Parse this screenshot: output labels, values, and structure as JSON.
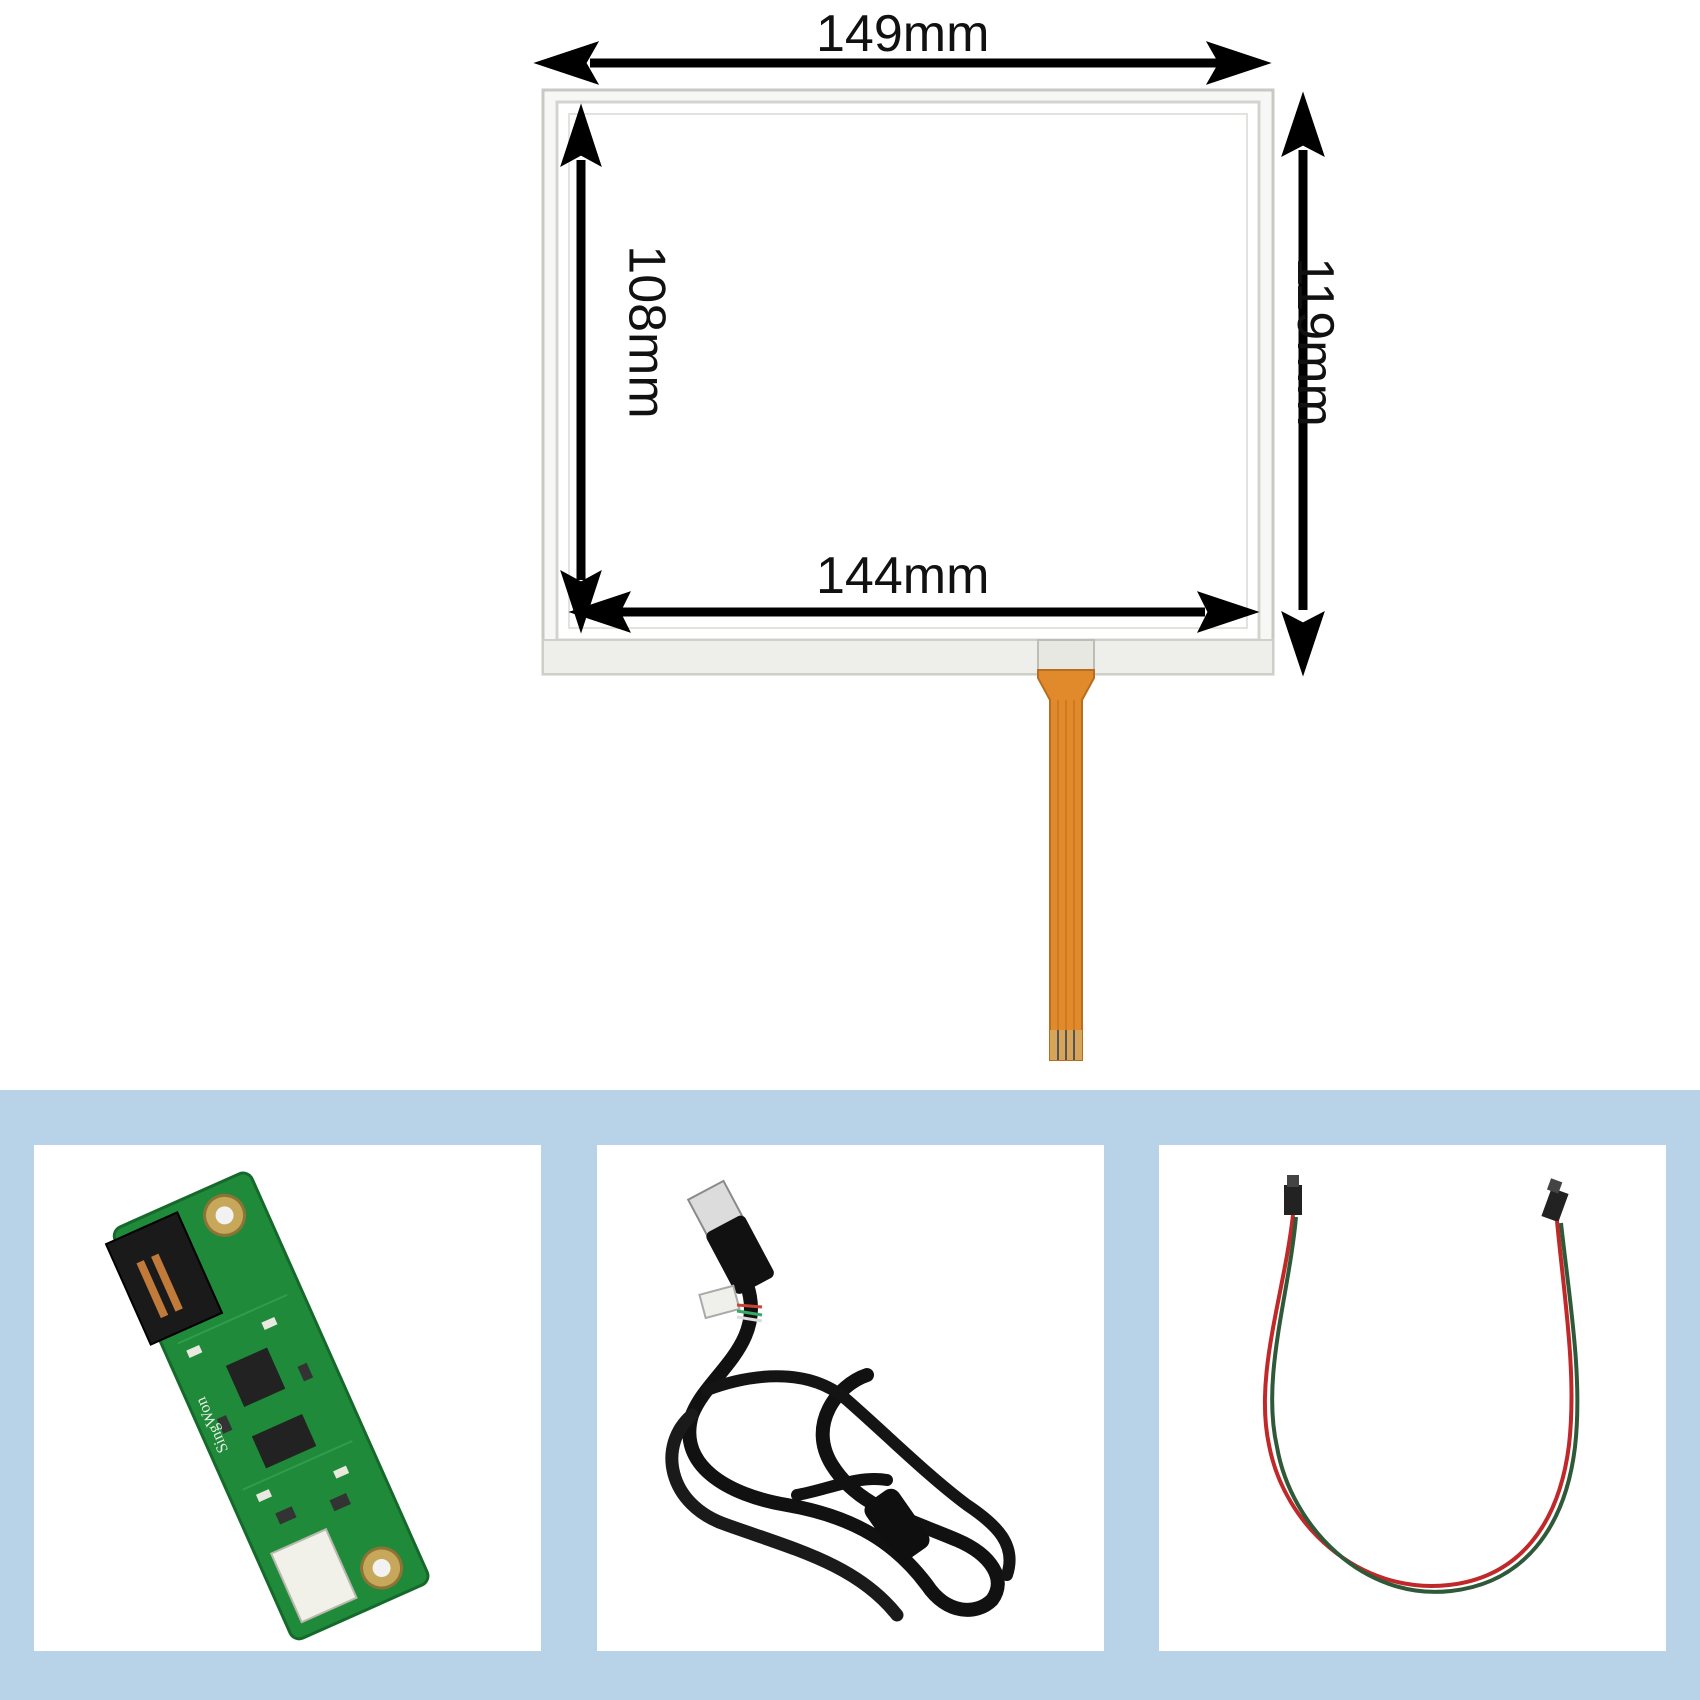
{
  "dimensions": {
    "outer_width": "149mm",
    "inner_width": "144mm",
    "inner_height": "108mm",
    "outer_height": "119mm"
  },
  "board": {
    "brand": "SingWon"
  },
  "colors": {
    "background": "#ffffff",
    "band": "#b8d3e8",
    "arrow": "#000000",
    "flex_cable": "#e08a2c",
    "pcb": "#1f8a3a",
    "red_wire": "#c0282a",
    "green_wire": "#2f5a3a"
  },
  "icons": [
    "double-arrow-icon",
    "touch-panel-image",
    "flex-cable-image",
    "controller-board-image",
    "usb-cable-image",
    "jumper-wire-image"
  ]
}
